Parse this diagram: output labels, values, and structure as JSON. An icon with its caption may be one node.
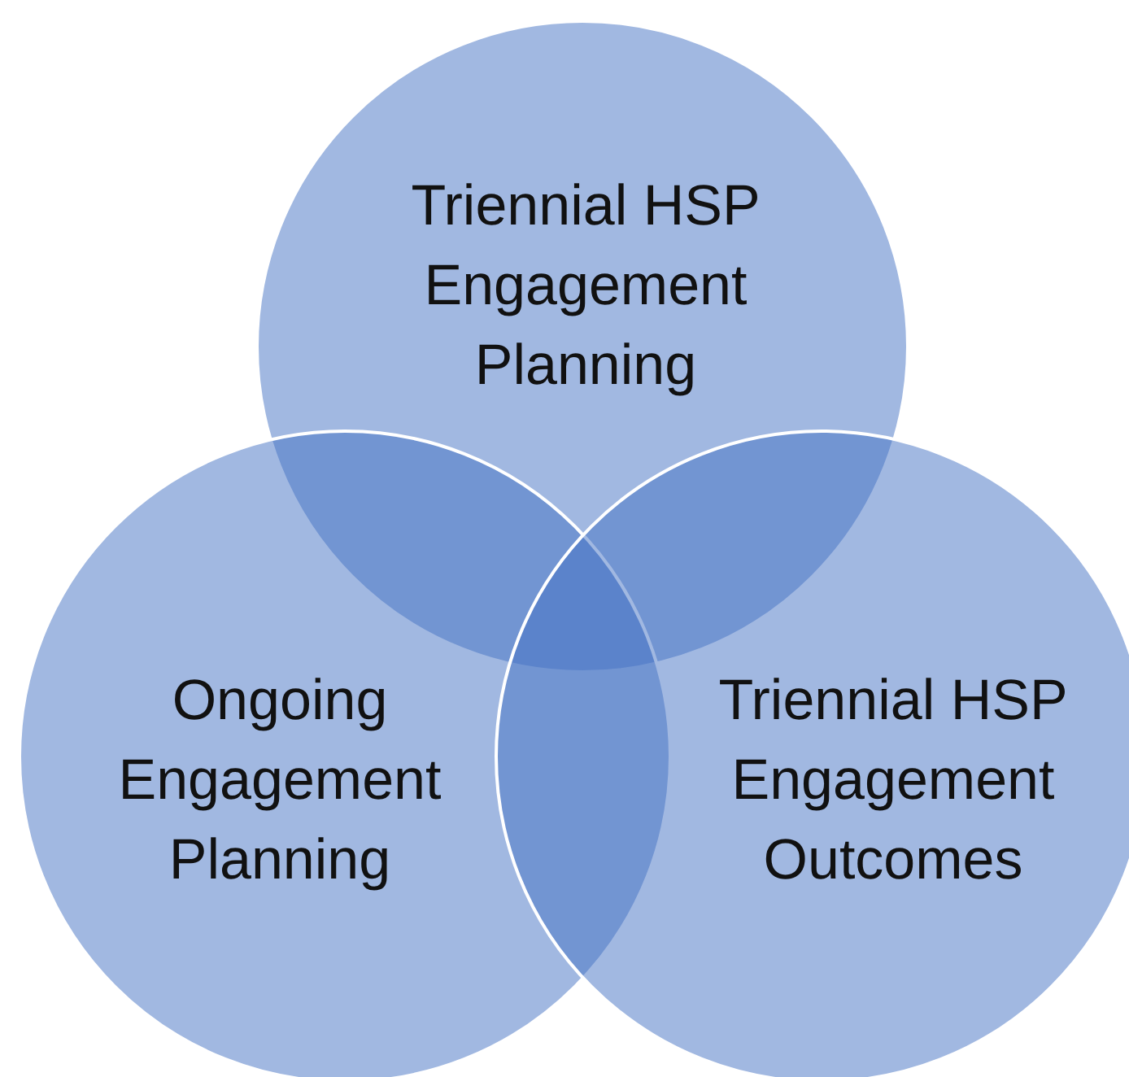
{
  "diagram": {
    "nodes": [
      {
        "text": [
          "Triennial HSP Engagement Planning"
        ]
      },
      {
        "text": [
          "Ongoing Engagement Planning"
        ]
      },
      {
        "text": [
          "Triennial HSP Engagement Outcomes"
        ]
      }
    ]
  }
}
